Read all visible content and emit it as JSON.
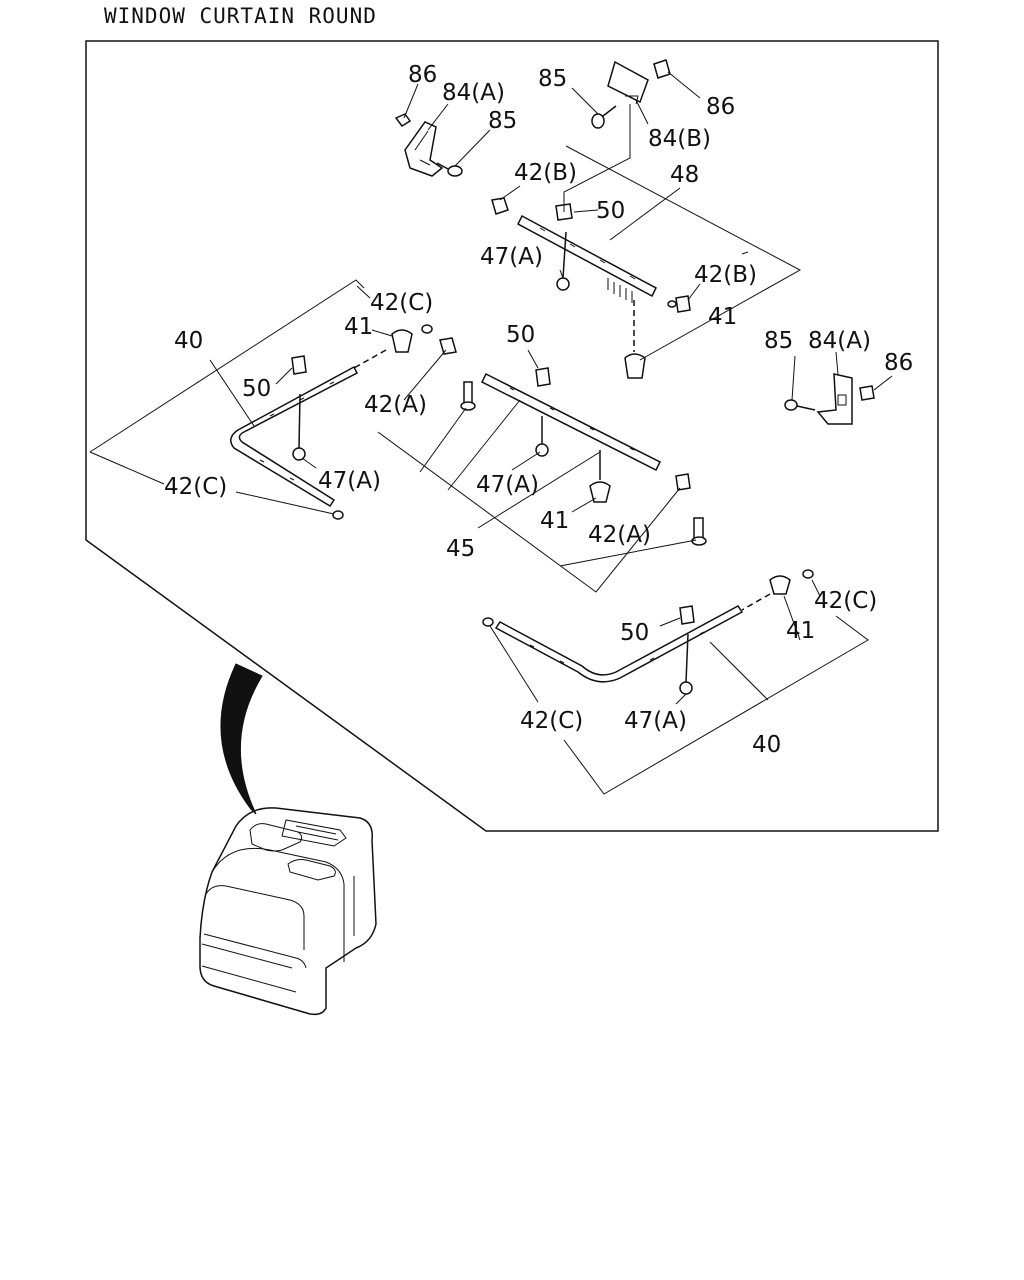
{
  "title": "WINDOW CURTAIN ROUND",
  "callouts": {
    "c86_top_left": "86",
    "c84a_top_left": "84(A)",
    "c85_top_left": "85",
    "c85_top_mid": "85",
    "c86_top_right": "86",
    "c84b": "84(B)",
    "c42b_upper": "42(B)",
    "c48": "48",
    "c50_upper": "50",
    "c47a_upper": "47(A)",
    "c42b_right": "42(B)",
    "c41_right": "41",
    "c85_right": "85",
    "c84a_right": "84(A)",
    "c86_right": "86",
    "c42c_left_top": "42(C)",
    "c41_left": "41",
    "c40_left": "40",
    "c50_left": "50",
    "c47a_left": "47(A)",
    "c42c_left_bottom": "42(C)",
    "c50_center": "50",
    "c42a_center_left": "42(A)",
    "c47a_center": "47(A)",
    "c41_center": "41",
    "c42a_center_right": "42(A)",
    "c45": "45",
    "c50_lower": "50",
    "c42c_lower_right": "42(C)",
    "c41_lower": "41",
    "c42c_lower_left": "42(C)",
    "c47a_lower": "47(A)",
    "c40_lower": "40"
  }
}
